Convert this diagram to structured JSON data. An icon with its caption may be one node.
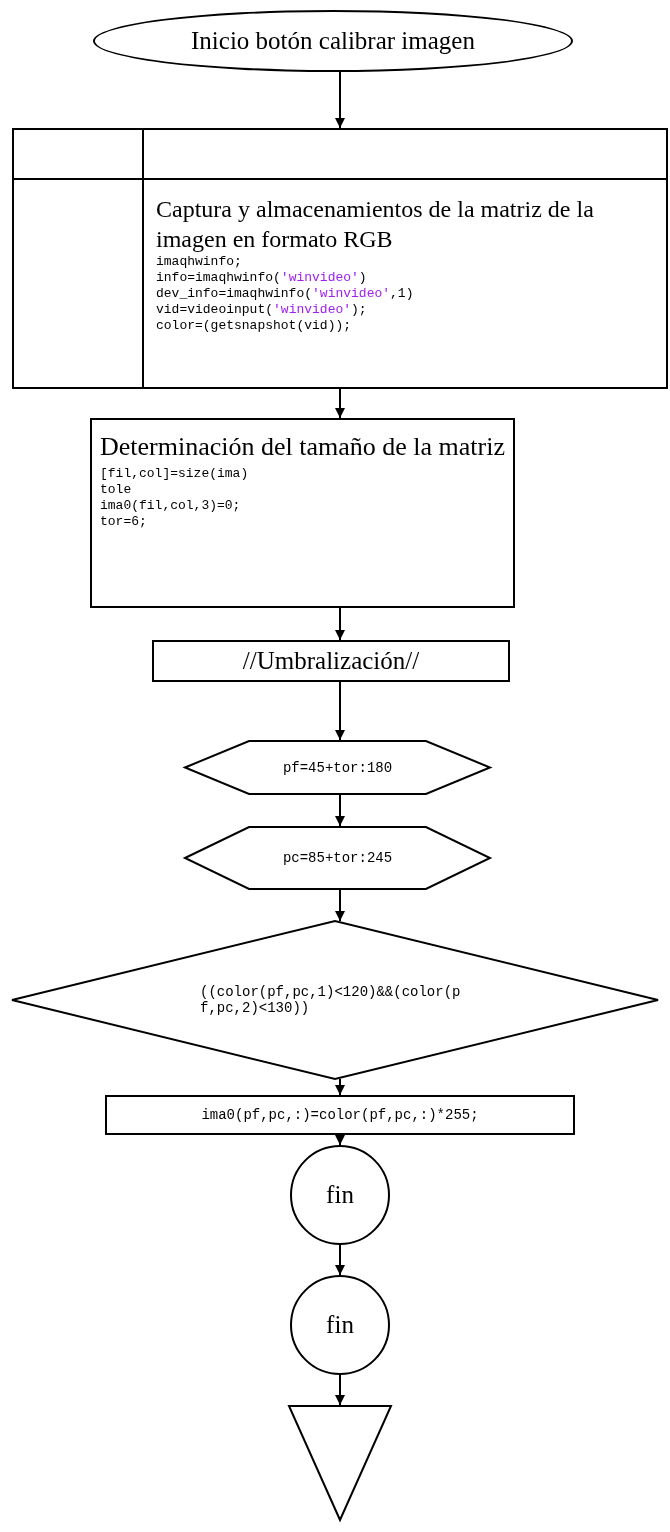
{
  "diagram": {
    "nodes": [
      {
        "text": [
          "Inicio botón calibrar imagen"
        ]
      },
      {
        "text": [
          "Captura y almacenamientos de la matriz de la imagen en formato RGB",
          "imaqhwinfo;",
          "info=imaqhwinfo('winvideo')",
          "dev_info=imaqhwinfo('winvideo',1)",
          "vid=videoinput('winvideo');",
          "color=(getsnapshot(vid));"
        ]
      },
      {
        "text": [
          "Determinación del tamaño de la matriz",
          "[fil,col]=size(ima)",
          "tole",
          "ima0(fil,col,3)=0;",
          "tor=6;"
        ]
      },
      {
        "text": [
          "//Umbralización//"
        ]
      },
      {
        "text": [
          "pf=45+tor:180"
        ]
      },
      {
        "text": [
          "pc=85+tor:245"
        ]
      },
      {
        "text": [
          "((color(pf,pc,1)<120)&&(color(pf,pc,2)<130))"
        ]
      },
      {
        "text": [
          "ima0(pf,pc,:)=color(pf,pc,:)*255;"
        ]
      },
      {
        "text": [
          "fin"
        ]
      },
      {
        "text": [
          "fin"
        ]
      },
      {
        "text": [],
        "shape": "triangle"
      }
    ],
    "edges": [
      {
        "from": 0,
        "to": 1,
        "arrow": "to"
      },
      {
        "from": 1,
        "to": 2,
        "arrow": "to"
      },
      {
        "from": 2,
        "to": 3,
        "arrow": "to"
      },
      {
        "from": 3,
        "to": 4,
        "arrow": "to"
      },
      {
        "from": 4,
        "to": 5,
        "arrow": "to"
      },
      {
        "from": 5,
        "to": 6,
        "arrow": "to"
      },
      {
        "from": 6,
        "to": 7,
        "arrow": "to"
      },
      {
        "from": 7,
        "to": 8,
        "arrow": "to"
      },
      {
        "from": 8,
        "to": 9,
        "arrow": "to"
      },
      {
        "from": 9,
        "to": 10,
        "arrow": "to"
      }
    ]
  }
}
